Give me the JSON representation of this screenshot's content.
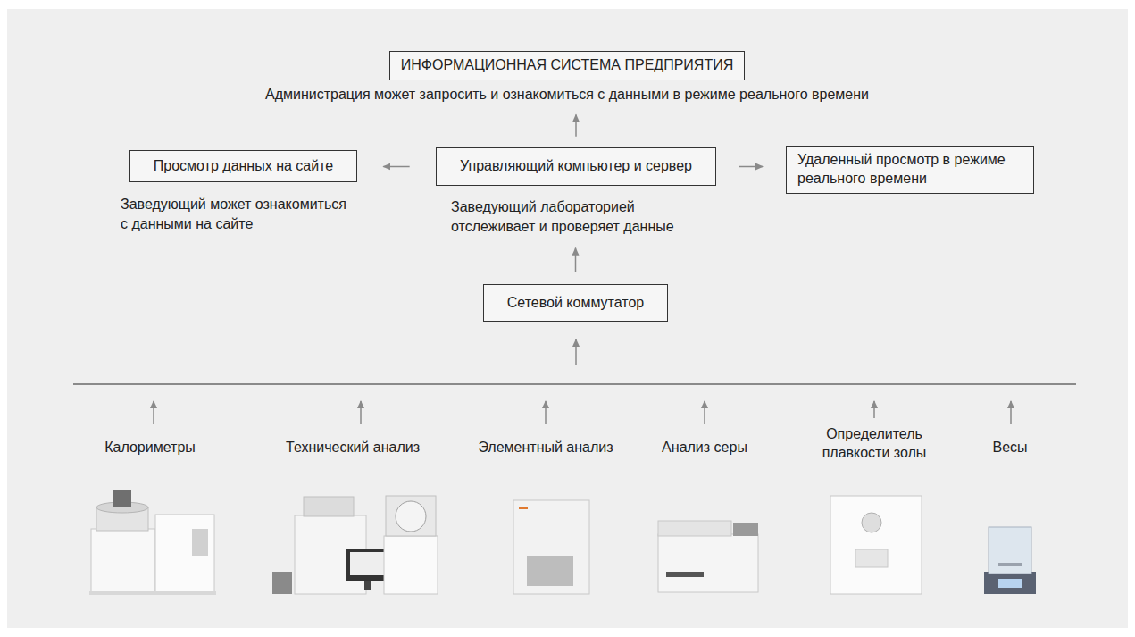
{
  "diagram": {
    "nodes": [
      {
        "text": [
          "ИНФОРМАЦИОННАЯ СИСТЕМА ПРЕДПРИЯТИЯ",
          "Администрация может запросить и ознакомиться с данными в режиме реального времени"
        ]
      },
      {
        "text": [
          "Просмотр данных на сайте",
          "Заведующий может ознакомиться с данными на сайте"
        ]
      },
      {
        "text": [
          "Управляющий компьютер и сервер",
          "Заведующий лабораторией отслеживает и проверяет данные"
        ]
      },
      {
        "text": [
          "Удаленный просмотр в режиме реального времени"
        ]
      },
      {
        "text": [
          "Сетевой коммутатор"
        ]
      }
    ],
    "edges": [
      {
        "from": 4,
        "to": 2,
        "arrow": "to"
      },
      {
        "from": 2,
        "to": 0,
        "arrow": "to"
      },
      {
        "from": 2,
        "to": 1,
        "arrow": "to"
      },
      {
        "from": 2,
        "to": 3,
        "arrow": "to"
      }
    ],
    "labels": [
      "Калориметры",
      "Технический анализ",
      "Элементный анализ",
      "Анализ серы",
      "Определитель плавкости золы",
      "Весы"
    ]
  }
}
